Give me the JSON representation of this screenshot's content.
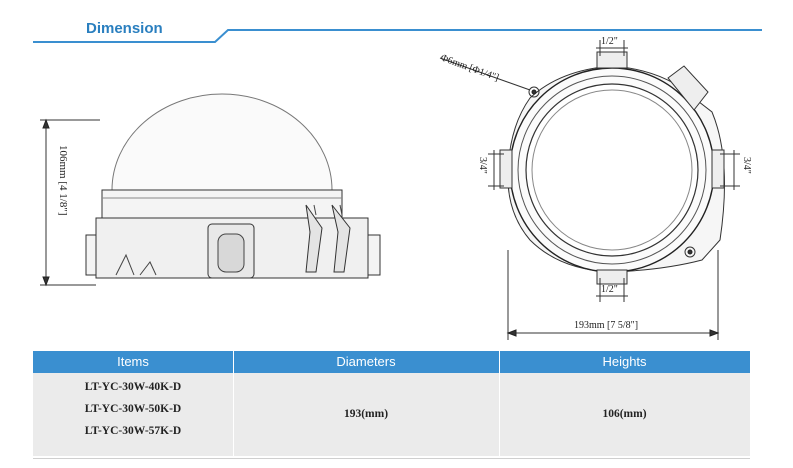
{
  "header": {
    "title": "Dimension"
  },
  "side_view": {
    "height_label": "106mm [4 1/8\"]"
  },
  "top_view": {
    "top_label": "1/2\"",
    "bottom_label": "1/2\"",
    "left_label": "3/4\"",
    "right_label": "3/4\"",
    "mount_hole_label": "Φ6mm [Φ1/4\"]",
    "width_label": "193mm [7 5/8\"]"
  },
  "table": {
    "headers": [
      "Items",
      "Diameters",
      "Heights"
    ],
    "items": [
      "LT-YC-30W-40K-D",
      "LT-YC-30W-50K-D",
      "LT-YC-30W-57K-D"
    ],
    "diameter": "193(mm)",
    "height": "106(mm)"
  },
  "colors": {
    "accent": "#3a8fd0",
    "title": "#2a7fbf",
    "row_bg": "#ebebeb"
  }
}
